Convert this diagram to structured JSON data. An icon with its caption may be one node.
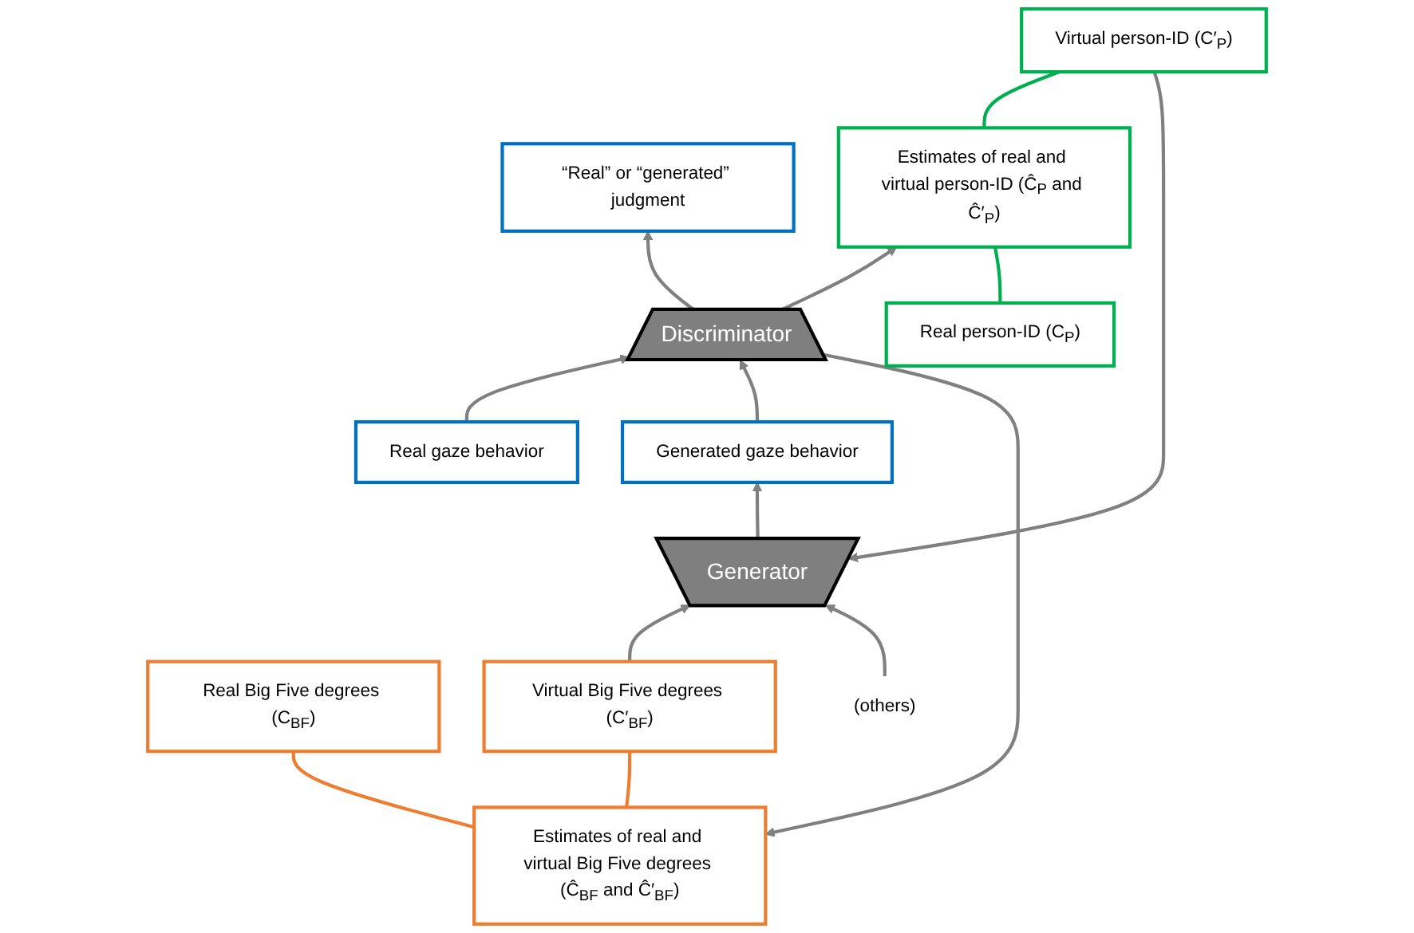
{
  "diagram": {
    "nodes": [
      {
        "text": [
          "Estimates of real and virtual Big Five degrees (Ĉ$_{BF}$ and Ĉ′$_{BF}$)"
        ]
      },
      {
        "text": [
          "“Real” or “generated” judgment"
        ]
      },
      {
        "text": [
          "Estimates of real and virtual person-ID (Ĉ$_{P}$ and Ĉ′$_{P}$)"
        ]
      },
      {
        "text": [
          "Discriminator"
        ]
      },
      {
        "text": [
          "Real gaze behavior"
        ]
      },
      {
        "text": [
          "Generated gaze behavior"
        ]
      },
      {
        "text": [
          "Real Big Five degrees (C$_{BF}$)"
        ]
      },
      {
        "text": [
          "Real person-ID (C$_{P}$)"
        ]
      },
      {
        "text": [
          "Generator"
        ]
      },
      {
        "text": [
          "Virtual Big Five degrees (C′$_{BF}$)"
        ]
      },
      {
        "text": [
          "Virtual person-ID (C′$_{P}$)"
        ]
      },
      {
        "text": [
          "(others)"
        ]
      }
    ],
    "edges": [
      {
        "from": 3,
        "to": 0,
        "arrow": "to"
      },
      {
        "from": 3,
        "to": 1,
        "arrow": "to"
      },
      {
        "from": 3,
        "to": 2,
        "arrow": "to"
      },
      {
        "from": 4,
        "to": 3,
        "arrow": "to"
      },
      {
        "from": 5,
        "to": 3,
        "arrow": "to"
      },
      {
        "from": 8,
        "to": 5,
        "arrow": "to"
      },
      {
        "from": 9,
        "to": 8,
        "arrow": "to"
      },
      {
        "from": 10,
        "to": 8,
        "arrow": "to"
      },
      {
        "from": 11,
        "to": 8,
        "arrow": "to"
      },
      {
        "from": 0,
        "to": 6,
        "arrow": "none",
        "color": "#ed7d31"
      },
      {
        "from": 0,
        "to": 9,
        "arrow": "none",
        "color": "#ed7d31"
      },
      {
        "from": 7,
        "to": 2,
        "arrow": "none",
        "color": "#00b050"
      },
      {
        "from": 2,
        "to": 10,
        "arrow": "none",
        "color": "#00b050"
      }
    ]
  }
}
